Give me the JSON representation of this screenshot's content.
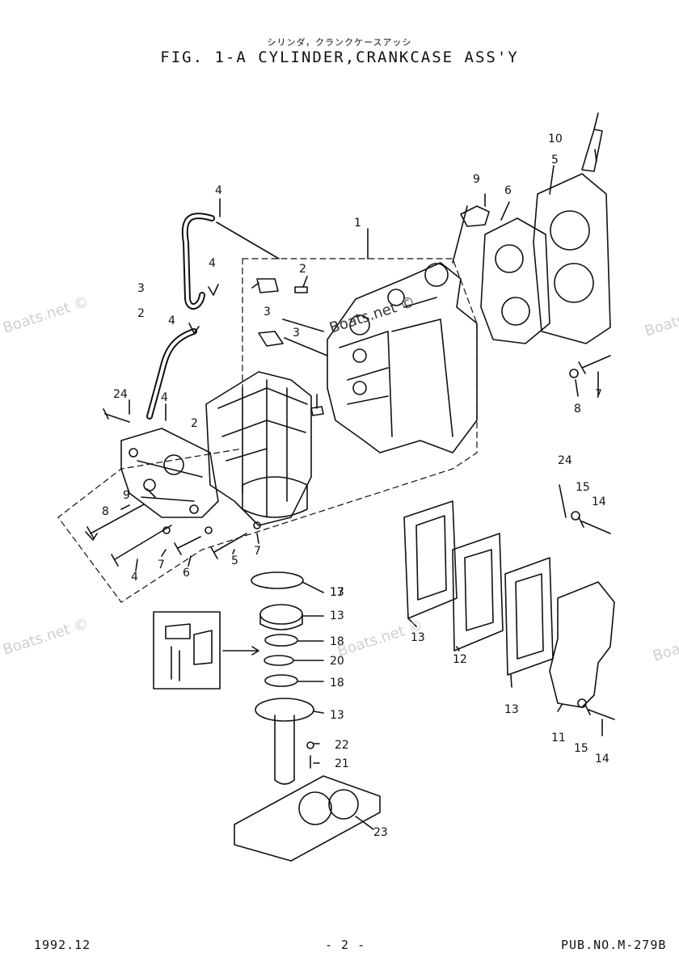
{
  "header": {
    "subtitle_jp": "シリンダ，クランクケースアッシ",
    "title": "FIG.  1-A CYLINDER,CRANKCASE ASS'Y"
  },
  "footer": {
    "date": "1992.12",
    "page": "- 2 -",
    "pub": "PUB.NO.M-279B"
  },
  "watermark": "Boats.net ©",
  "callouts": [
    "1",
    "2",
    "2",
    "2",
    "3",
    "3",
    "3",
    "4",
    "4",
    "4",
    "4",
    "4",
    "5",
    "5",
    "6",
    "6",
    "7",
    "7",
    "7",
    "8",
    "8",
    "9",
    "9",
    "10",
    "11",
    "12",
    "13",
    "13",
    "13",
    "13",
    "13",
    "14",
    "14",
    "15",
    "15",
    "17",
    "18",
    "18",
    "20",
    "21",
    "22",
    "23",
    "24",
    "24"
  ]
}
